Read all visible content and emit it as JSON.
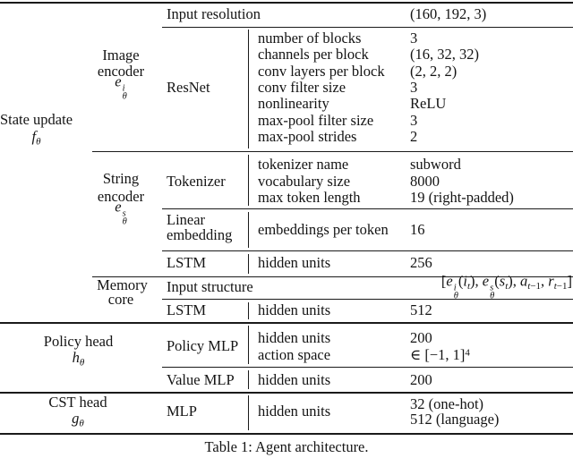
{
  "caption": "Table 1: Agent architecture.",
  "table": {
    "col_group": {
      "state_update": {
        "label": "State update",
        "symbol": "<i>f</i><sub><i>θ</i></sub>"
      },
      "policy_head": {
        "label": "Policy head",
        "symbol": "<i>h</i><sub><i>θ</i></sub>"
      },
      "cst_head": {
        "label": "CST head",
        "symbol": "<i>g</i><sub><i>θ</i></sub>"
      }
    },
    "col_component": {
      "image_encoder": {
        "line1": "Image",
        "line2": "encoder",
        "symbol": "<i>e</i><span class='ss'><span>i</span><span>θ</span></span>"
      },
      "string_encoder": {
        "line1": "String",
        "line2": "encoder",
        "symbol": "<i>e</i><span class='ss'><span>s</span><span>θ</span></span>"
      },
      "memory_core": {
        "line1": "Memory",
        "line2": "core"
      }
    },
    "rows": {
      "input_resolution": {
        "label": "Input resolution",
        "value": "(160, 192, 3)"
      },
      "resnet": {
        "module": "ResNet",
        "params": [
          "number of blocks",
          "channels per block",
          "conv layers per block",
          "conv filter size",
          "nonlinearity",
          "max-pool filter size",
          "max-pool strides"
        ],
        "values": [
          "3",
          "(16, 32, 32)",
          "(2, 2, 2)",
          "3",
          "ReLU",
          "3",
          "2"
        ]
      },
      "tokenizer": {
        "module": "Tokenizer",
        "params": [
          "tokenizer name",
          "vocabulary size",
          "max token length"
        ],
        "values": [
          "subword",
          "8000",
          "19 (right-padded)"
        ]
      },
      "linear_embedding": {
        "module_line1": "Linear",
        "module_line2": "embedding",
        "param": "embeddings per token",
        "value": "16"
      },
      "string_lstm": {
        "module": "LSTM",
        "param": "hidden units",
        "value": "256"
      },
      "input_structure": {
        "label": "Input structure",
        "value": "[<i>e</i><span class='ss'><span>i</span><span>θ</span></span>(<i>i</i><sub><i>t</i></sub>), <i>e</i><span class='ss'><span>s</span><span>θ</span></span>(<i>s</i><sub><i>t</i></sub>), <i>a</i><sub><i>t</i>−1</sub>, <i>r</i><sub><i>t</i>−1</sub>]"
      },
      "memory_lstm": {
        "module": "LSTM",
        "param": "hidden units",
        "value": "512"
      },
      "policy_mlp": {
        "module": "Policy MLP",
        "params": [
          "hidden units",
          "action space"
        ],
        "values": [
          "200",
          "∈ [−1, 1]<sup>4</sup>"
        ]
      },
      "value_mlp": {
        "module": "Value MLP",
        "param": "hidden units",
        "value": "200"
      },
      "cst_mlp": {
        "module": "MLP",
        "param": "hidden units",
        "values": [
          "32 (one-hot)",
          "512 (language)"
        ]
      }
    }
  }
}
